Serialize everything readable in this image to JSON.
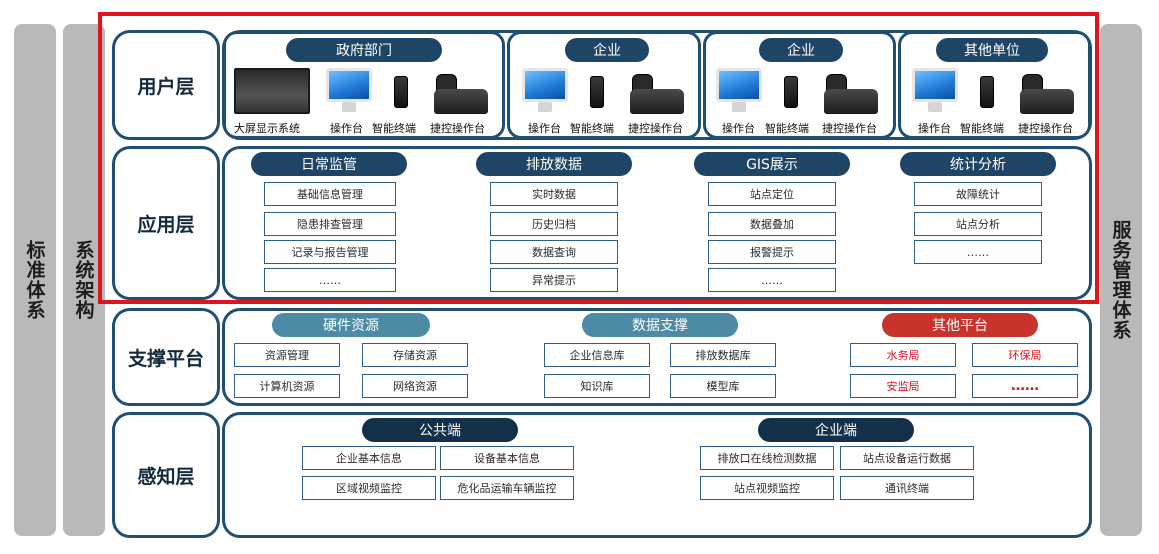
{
  "sides": {
    "left1": "标准体系",
    "left2": "系统架构",
    "right": "服务管理体系"
  },
  "layers": {
    "user": {
      "label": "用户层",
      "groups": [
        {
          "title": "政府部门",
          "devices": [
            "大屏显示系统",
            "操作台",
            "智能终端",
            "捷控操作台"
          ]
        },
        {
          "title": "企业",
          "devices": [
            "操作台",
            "智能终端",
            "捷控操作台"
          ]
        },
        {
          "title": "企业",
          "devices": [
            "操作台",
            "智能终端",
            "捷控操作台"
          ]
        },
        {
          "title": "其他单位",
          "devices": [
            "操作台",
            "智能终端",
            "捷控操作台"
          ]
        }
      ]
    },
    "app": {
      "label": "应用层",
      "columns": [
        {
          "title": "日常监管",
          "items": [
            "基础信息管理",
            "隐患排查管理",
            "记录与报告管理",
            "……"
          ]
        },
        {
          "title": "排放数据",
          "items": [
            "实时数据",
            "历史归档",
            "数据查询",
            "异常提示"
          ]
        },
        {
          "title": "GIS展示",
          "items": [
            "站点定位",
            "数据叠加",
            "报警提示",
            "……"
          ]
        },
        {
          "title": "统计分析",
          "items": [
            "故障统计",
            "站点分析",
            "……"
          ]
        }
      ]
    },
    "support": {
      "label": "支撑平台",
      "groups": [
        {
          "title": "硬件资源",
          "items": [
            "资源管理",
            "存储资源",
            "计算机资源",
            "网络资源"
          ]
        },
        {
          "title": "数据支撑",
          "items": [
            "企业信息库",
            "排放数据库",
            "知识库",
            "模型库"
          ]
        },
        {
          "title": "其他平台",
          "items": [
            "水务局",
            "环保局",
            "安监局",
            "……"
          ]
        }
      ]
    },
    "sense": {
      "label": "感知层",
      "groups": [
        {
          "title": "公共端",
          "items": [
            "企业基本信息",
            "设备基本信息",
            "区域视频监控",
            "危化品运输车辆监控"
          ]
        },
        {
          "title": "企业端",
          "items": [
            "排放口在线检测数据",
            "站点设备运行数据",
            "站点视频监控",
            "通讯终端"
          ]
        }
      ]
    }
  },
  "colors": {
    "highlight_frame": "#e0141c",
    "border": "#1f4f73",
    "pill_dark": "#1f4566",
    "pill_teal": "#4c8aa6",
    "pill_red": "#c8332b",
    "side_bar": "#b9b9b9"
  }
}
